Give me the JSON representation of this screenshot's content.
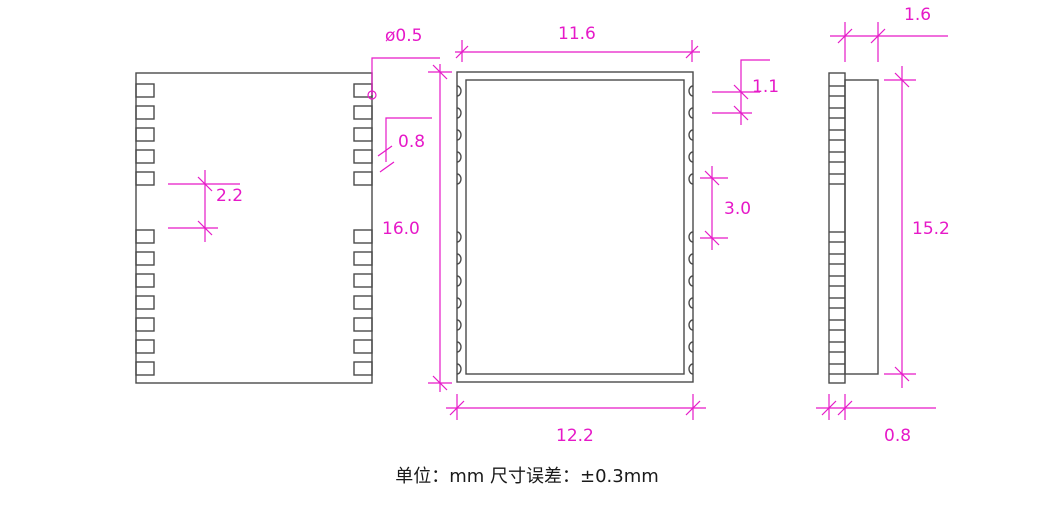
{
  "dimensions": {
    "hole_diameter": "ø0.5",
    "top_width": "11.6",
    "side_thickness_top": "1.6",
    "edge_offset": "1.1",
    "pad_width": "0.8",
    "pad_pitch": "2.2",
    "pad_spacing": "3.0",
    "overall_height": "16.0",
    "shield_height": "15.2",
    "overall_width": "12.2",
    "side_thickness_bottom": "0.8"
  },
  "caption": "单位：mm 尺寸误差：±0.3mm",
  "colors": {
    "dimension": "#e619c8",
    "outline": "#4a4a4a"
  }
}
